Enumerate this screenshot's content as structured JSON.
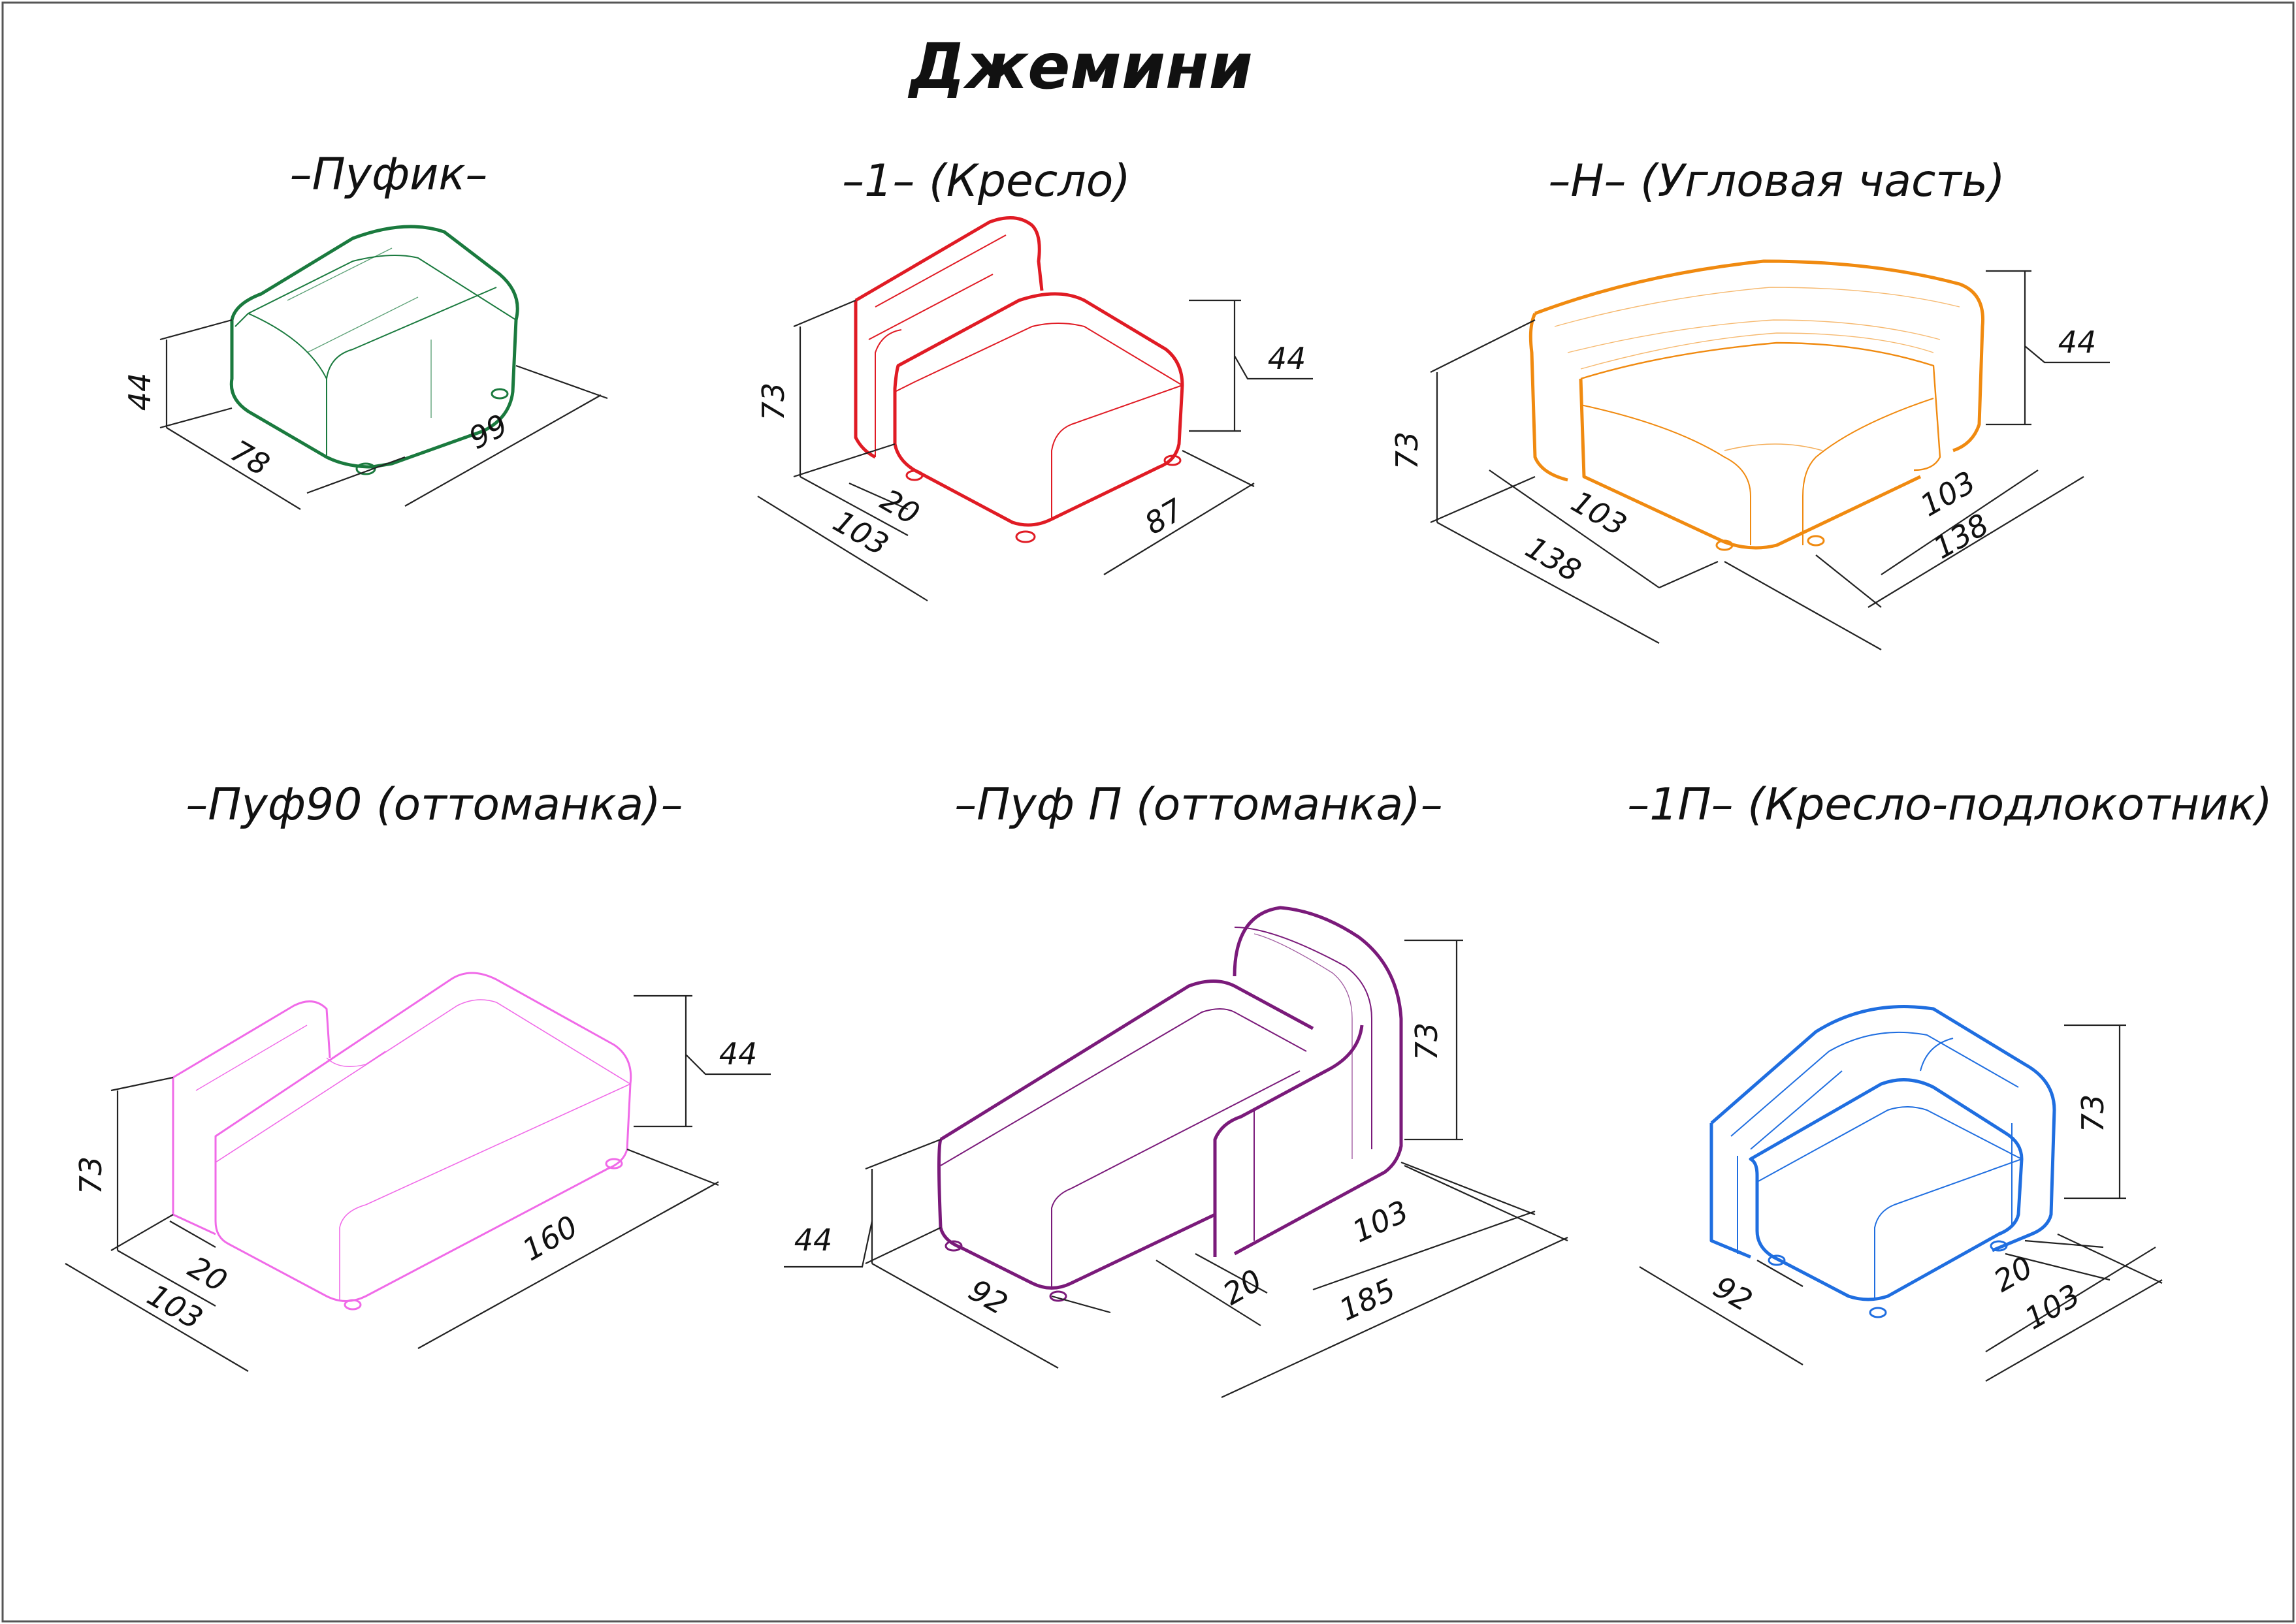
{
  "title": "Джемини",
  "colors": {
    "pufik": "#1a7a3e",
    "kreslo": "#e01b24",
    "corner": "#f08a10",
    "puf90": "#f06ae8",
    "pufP": "#7a1a7a",
    "kresloP": "#1f6ee0",
    "dimension": "#222222"
  },
  "modules": [
    {
      "id": "pufik",
      "title": "–Пуфик–",
      "dims": [
        "44",
        "78",
        "99"
      ]
    },
    {
      "id": "kreslo",
      "title": "–1– (Кресло)",
      "dims": [
        "73",
        "44",
        "20",
        "103",
        "87"
      ]
    },
    {
      "id": "corner",
      "title": "–Н– (Угловая часть)",
      "dims": [
        "44",
        "73",
        "103",
        "103",
        "138",
        "138"
      ]
    },
    {
      "id": "puf90",
      "title": "–Пуф90 (оттоманка)–",
      "dims": [
        "44",
        "73",
        "20",
        "103",
        "160"
      ]
    },
    {
      "id": "pufP",
      "title": "–Пуф П (оттоманка)–",
      "dims": [
        "73",
        "44",
        "103",
        "92",
        "20",
        "185"
      ]
    },
    {
      "id": "kresloP",
      "title": "–1П– (Кресло-подлокотник)",
      "dims": [
        "73",
        "92",
        "20",
        "103"
      ]
    }
  ]
}
